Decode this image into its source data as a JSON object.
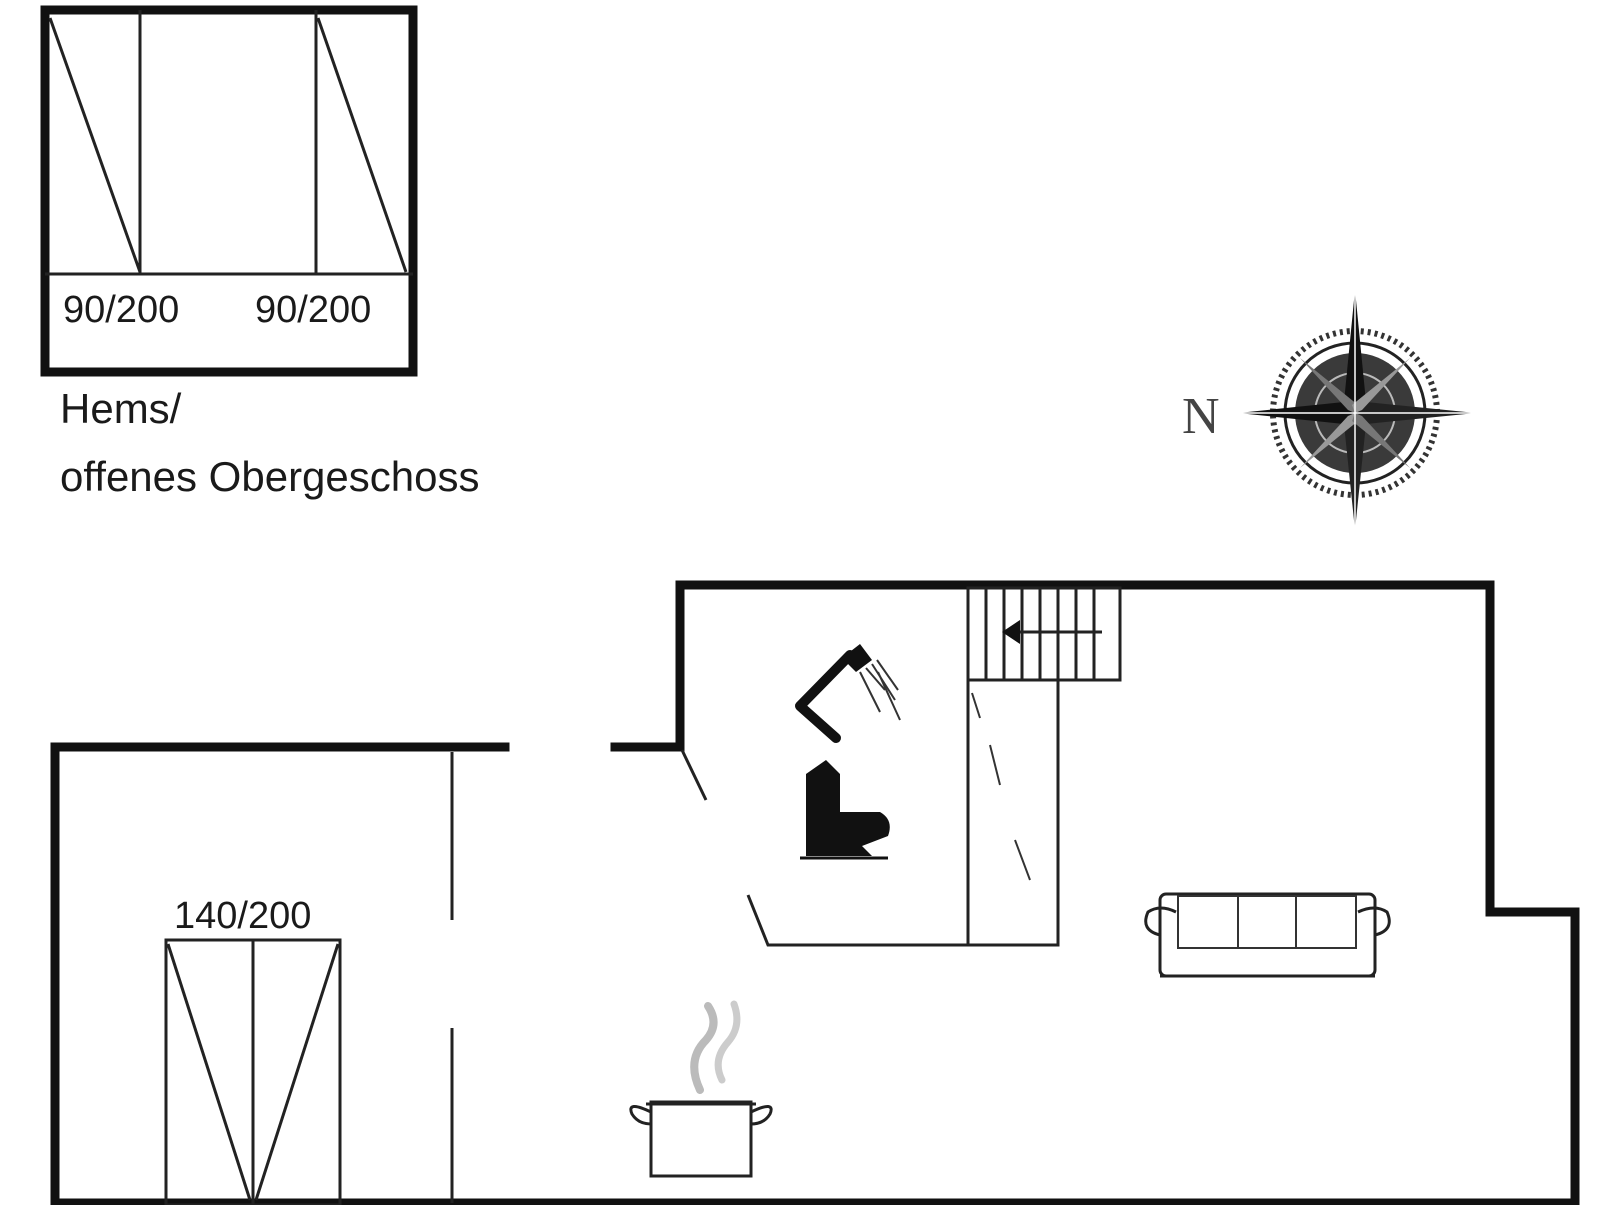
{
  "loft": {
    "bed_left_label": "90/200",
    "bed_right_label": "90/200",
    "title_line1": "Hems/",
    "title_line2": "offenes Obergeschoss"
  },
  "ground_floor": {
    "bed_label": "140/200"
  },
  "compass": {
    "north_label": "N",
    "icon": "compass-rose-icon"
  },
  "icons": [
    "shower-icon",
    "toilet-icon",
    "stairs-icon",
    "sofa-icon",
    "cooking-pot-icon",
    "bed-icon"
  ]
}
